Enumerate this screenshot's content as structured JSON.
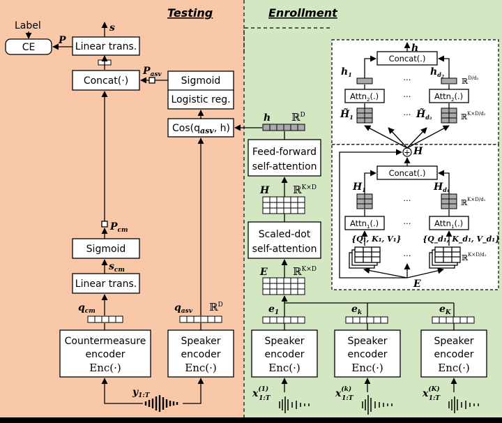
{
  "sections": {
    "testing": "Testing",
    "enrollment": "Enrollment"
  },
  "colors": {
    "testing_bg": "#f8c8a8",
    "enrollment_bg": "#d4e7c3",
    "gray_vector": "#a9a9a9",
    "bottom_bar": "#000000"
  },
  "outputs": {
    "label": "Label",
    "ce": "CE",
    "P": "P",
    "s": "s"
  },
  "testing": {
    "linear_top": "Linear trans.",
    "concat": "Concat(·)",
    "P_asv": "P",
    "P_asv_sub": "asv",
    "sigmoid_top": "Sigmoid",
    "logistic": "Logistic reg.",
    "cos": "Cos(q",
    "cos_sub": "asv",
    "cos_tail": ", h)",
    "P_cm": "P",
    "P_cm_sub": "cm",
    "sigmoid_cm": "Sigmoid",
    "s_cm": "s",
    "s_cm_sub": "cm",
    "linear_cm": "Linear trans.",
    "q_cm": "q",
    "q_cm_sub": "cm",
    "q_asv": "q",
    "q_asv_sub": "asv",
    "q_asv_dim": "ℝ",
    "q_asv_dim_sup": "D",
    "cm_encoder": {
      "line1": "Countermeasure",
      "line2": "encoder",
      "line3": "Enc(·)"
    },
    "spk_encoder": {
      "line1": "Speaker",
      "line2": "encoder",
      "line3": "Enc(·)"
    },
    "input": "y",
    "input_sub": "1:T"
  },
  "enrollment": {
    "h": "h",
    "h_dim": "ℝ",
    "h_dim_sup": "D",
    "ff": {
      "line1": "Feed-forward",
      "line2": "self-attention"
    },
    "H": "H",
    "H_dim": "ℝ",
    "H_dim_sup": "K×D",
    "sdsa": {
      "line1": "Scaled-dot",
      "line2": "self-attention"
    },
    "E": "E",
    "E_dim": "ℝ",
    "E_dim_sup": "K×D",
    "embeddings": [
      {
        "label": "e",
        "sub": "1"
      },
      {
        "label": "e",
        "sub": "k"
      },
      {
        "label": "e",
        "sub": "K"
      }
    ],
    "encoders": [
      {
        "line1": "Speaker",
        "line2": "encoder",
        "line3": "Enc(·)",
        "input": "x",
        "input_sup": "(1)",
        "input_sub": "1:T"
      },
      {
        "line1": "Speaker",
        "line2": "encoder",
        "line3": "Enc(·)",
        "input": "x",
        "input_sup": "(k)",
        "input_sub": "1:T"
      },
      {
        "line1": "Speaker",
        "line2": "encoder",
        "line3": "Enc(·)",
        "input": "x",
        "input_sup": "(K)",
        "input_sub": "1:T"
      }
    ]
  },
  "detail_ff": {
    "h": "h",
    "concat": "Concat(.)",
    "h1": "h",
    "h1_sub": "1",
    "hd2": "h",
    "hd2_sub": "d",
    "hd2_subsub": "2",
    "h_dim": "ℝ",
    "h_dim_sup": "D/d₂",
    "dots": "⋯",
    "attn_left": "Attn",
    "attn_left_sub": "2",
    "attn_left_tail": "(.)",
    "attn_right": "Attn",
    "attn_right_sub": "2",
    "attn_right_tail": "(.)",
    "Ht1": "H̃",
    "Ht1_sub": "1",
    "Htd2": "H̃",
    "Htd2_sub": "d₂",
    "Ht_dim": "ℝ",
    "Ht_dim_sup": "K×D/d₂"
  },
  "detail_sdsa": {
    "plus": "+",
    "H": "H",
    "concat": "Concat(.)",
    "H1": "H",
    "H1_sub": "1",
    "Hd1": "H",
    "Hd1_sub": "d₁",
    "H_dim": "ℝ",
    "H_dim_sup": "K×D/d₁",
    "dots": "⋯",
    "attn_left": "Attn",
    "attn_left_sub": "1",
    "attn_left_tail": "(.)",
    "attn_right": "Attn",
    "attn_right_sub": "1",
    "attn_right_tail": "(.)",
    "qkv_left": "{Q₁, K₁, V₁}",
    "qkv_right": "{Q_d₁, K_d₁, V_d₁}",
    "qkv_dim": "ℝ",
    "qkv_dim_sup": "K×D/d₁",
    "E": "E"
  }
}
